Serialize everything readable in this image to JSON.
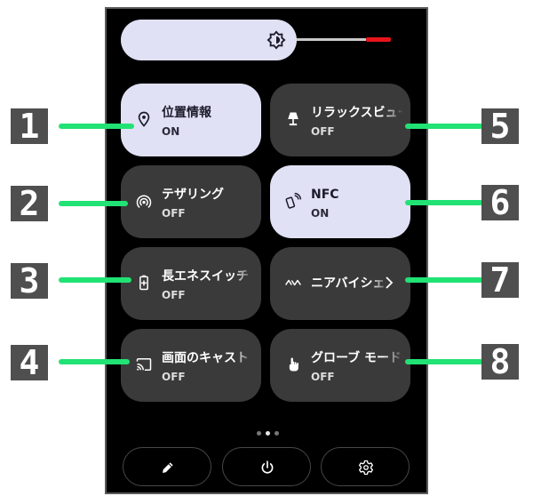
{
  "tiles": [
    {
      "label": "位置情報",
      "status": "ON",
      "icon": "location-pin-icon",
      "on": true
    },
    {
      "label": "テザリング",
      "status": "OFF",
      "icon": "hotspot-icon",
      "on": false
    },
    {
      "label": "長エネスイッチ",
      "status": "OFF",
      "icon": "battery-saver-icon",
      "on": false
    },
    {
      "label": "画面のキャスト",
      "status": "OFF",
      "icon": "cast-icon",
      "on": false
    },
    {
      "label": "リラックスビュー",
      "status": "OFF",
      "icon": "lamp-icon",
      "on": false
    },
    {
      "label": "NFC",
      "status": "ON",
      "icon": "nfc-icon",
      "on": true
    },
    {
      "label": "ニアバイシェア",
      "status": "",
      "icon": "nearby-share-icon",
      "on": false
    },
    {
      "label": "グローブ モード",
      "status": "OFF",
      "icon": "glove-touch-icon",
      "on": false
    }
  ],
  "callouts": [
    "1",
    "2",
    "3",
    "4",
    "5",
    "6",
    "7",
    "8"
  ],
  "brightness": {
    "level": 0.78
  },
  "page_indicator": {
    "count": 3,
    "active": 1
  },
  "bottom_buttons": [
    "edit-icon",
    "power-icon",
    "settings-icon"
  ],
  "colors": {
    "tile_on": "#e1e1f5",
    "tile_off": "#3a3a3a",
    "callout_line": "#21e274",
    "brightness_accent": "#e8141c"
  }
}
